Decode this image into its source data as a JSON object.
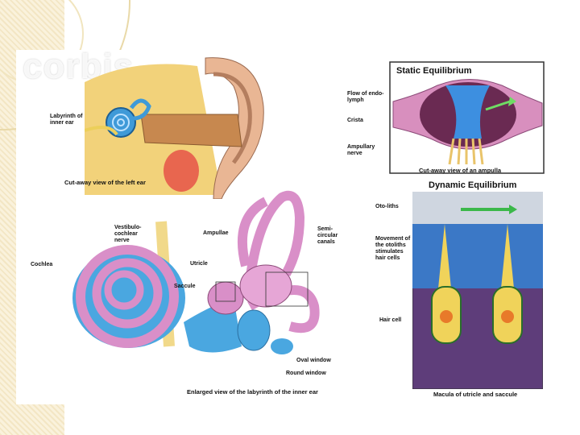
{
  "watermark": "corbis",
  "outer_ear": {
    "label_labyrinth": "Labyrinth of inner ear",
    "caption": "Cut-away view of the left ear"
  },
  "static": {
    "title": "Static Equilibrium",
    "label_flow": "Flow of endo-lymph",
    "label_crista": "Crista",
    "label_ampullary": "Ampullary nerve",
    "caption": "Cut-away view of an ampulla"
  },
  "labyrinth": {
    "label_vestibulo": "Vestibulo-cochlear nerve",
    "label_ampullae": "Ampullae",
    "label_semi": "Semi-circular canals",
    "label_cochlea": "Cochlea",
    "label_utricle": "Utricle",
    "label_saccule": "Saccule",
    "label_oval": "Oval window",
    "label_round": "Round window",
    "caption": "Enlarged view of the labyrinth of the inner ear"
  },
  "dynamic": {
    "title": "Dynamic Equilibrium",
    "label_otoliths": "Oto-liths",
    "label_movement": "Movement of the otoliths stimulates hair cells",
    "label_haircell": "Hair cell",
    "caption": "Macula of utricle and saccule"
  },
  "colors": {
    "pink": "#d98fc8",
    "blue": "#4aa7e0",
    "yellow": "#f0d35a",
    "purple": "#5e3d7a"
  }
}
